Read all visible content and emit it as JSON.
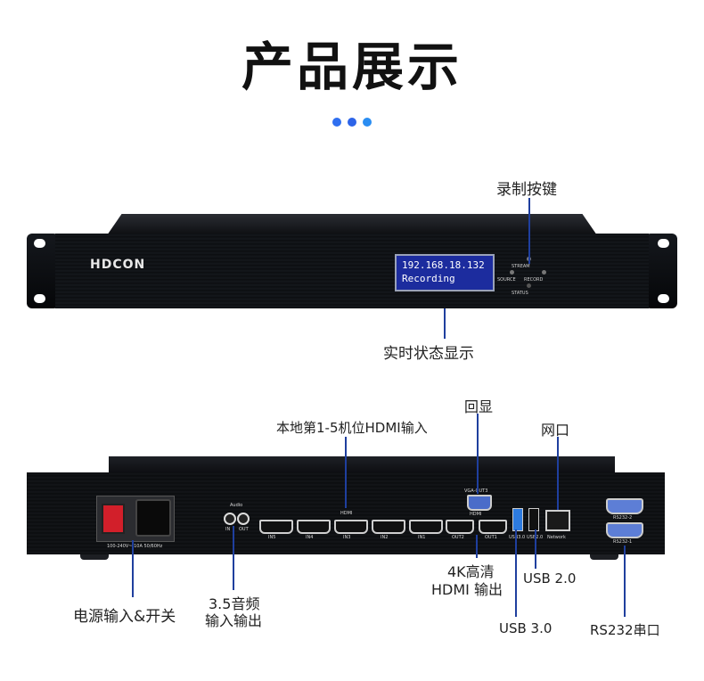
{
  "page": {
    "title": "产品展示",
    "accent_color": "#2f6ff0",
    "line_color": "#1f3f9e"
  },
  "front": {
    "brand": "HDCON",
    "lcd_line1": "192.168.18.132",
    "lcd_line2": "Recording",
    "buttons": {
      "stream": "STREAM",
      "source": "SOURCE",
      "record": "RECORD",
      "status": "STATUS"
    },
    "callouts": {
      "record_buttons": "录制按键",
      "status_display": "实时状态显示"
    }
  },
  "rear": {
    "power_spec": "100-240V~ 10A 50/60Hz",
    "audio": {
      "title": "Audio",
      "in": "IN",
      "out": "OUT"
    },
    "hdmi_title": "HDMI",
    "hdmi_inputs": [
      "IN5",
      "IN4",
      "IN3",
      "IN2",
      "IN1"
    ],
    "hdmi_out_title": "HDMI",
    "hdmi_outputs": [
      "OUT2",
      "OUT1"
    ],
    "vga_label": "VGA-OUT3",
    "usb3_label": "USB3.0",
    "usb2_label": "USB2.0",
    "network_label": "Network",
    "rs232_2": "RS232-2",
    "rs232_1": "RS232-1",
    "callouts": {
      "hdmi_inputs": "本地第1-5机位HDMI输入",
      "loopback": "回显",
      "network": "网口",
      "power": "电源输入&开关",
      "audio_line1": "3.5音频",
      "audio_line2": "输入输出",
      "hdmi_out_line1": "4K高清",
      "hdmi_out_line2": "HDMI 输出",
      "usb2": "USB 2.0",
      "usb3": "USB 3.0",
      "rs232": "RS232串口"
    }
  }
}
